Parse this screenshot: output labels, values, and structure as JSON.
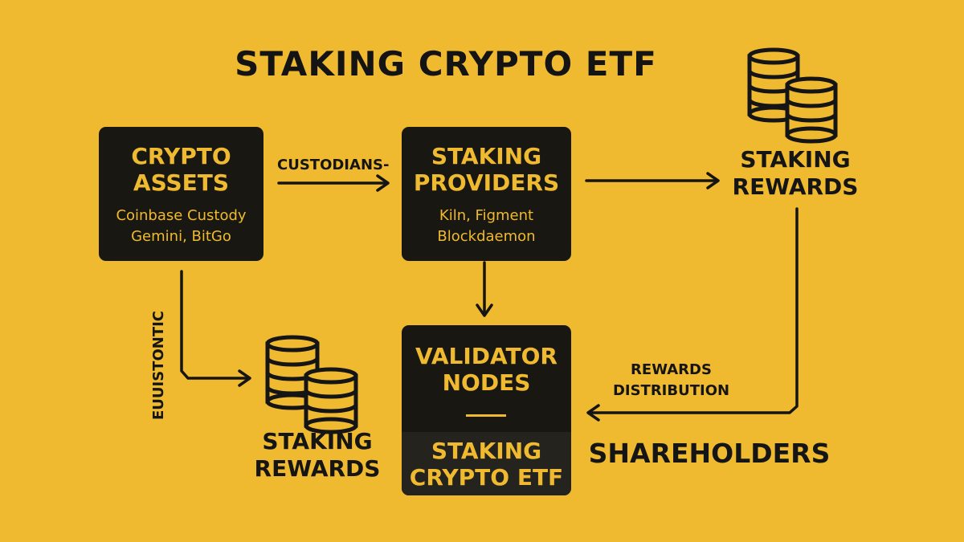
{
  "title": "STAKING CRYPTO ETF",
  "nodes": {
    "crypto_assets": {
      "title": "CRYPTO\nASSETS",
      "subtitle": "Coinbase Custody\nGemini, BitGo"
    },
    "staking_providers": {
      "title": "STAKING\nPROVIDERS",
      "subtitle": "Kiln, Figment\nBlockdaemon"
    },
    "validator_nodes": {
      "title": "VALIDATOR\nNODES",
      "bottom_title": "STAKING\nCRYPTO ETF"
    }
  },
  "labels": {
    "staking_rewards_right": "STAKING\nREWARDS",
    "staking_rewards_left": "STAKING\nREWARDS",
    "shareholders": "SHAREHOLDERS",
    "custodians": "CUSTODIANS-",
    "rewards_distribution": "REWARDS\nDISTRIBUTION",
    "vertical": "EUUISTONTIC"
  },
  "icons": {
    "coins": "coin-stack-icon"
  },
  "colors": {
    "background": "#f0ba30",
    "box": "#181712",
    "box_text": "#f0ba30",
    "text": "#141414"
  }
}
